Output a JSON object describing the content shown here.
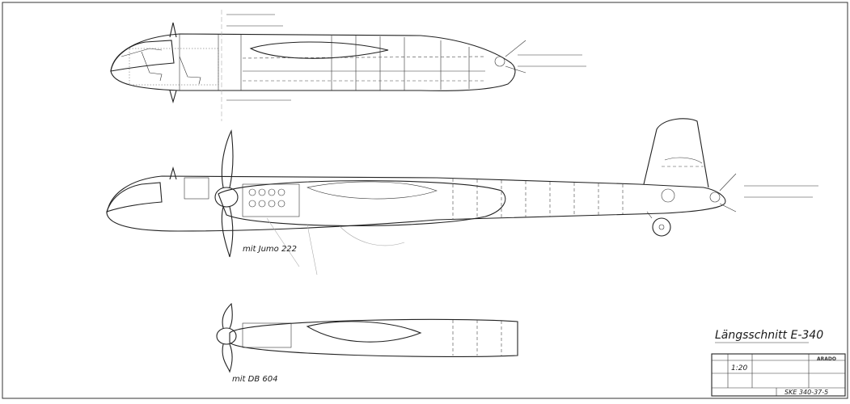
{
  "drawing": {
    "title": "Längsschnitt E-340",
    "label_engine_1": "mit Jumo 222",
    "label_engine_2": "mit DB 604",
    "scale": "1:20",
    "company": "ARADO",
    "drawing_number": "SKE 340-37-5"
  },
  "colors": {
    "ink": "#222222",
    "paper": "#ffffff"
  }
}
